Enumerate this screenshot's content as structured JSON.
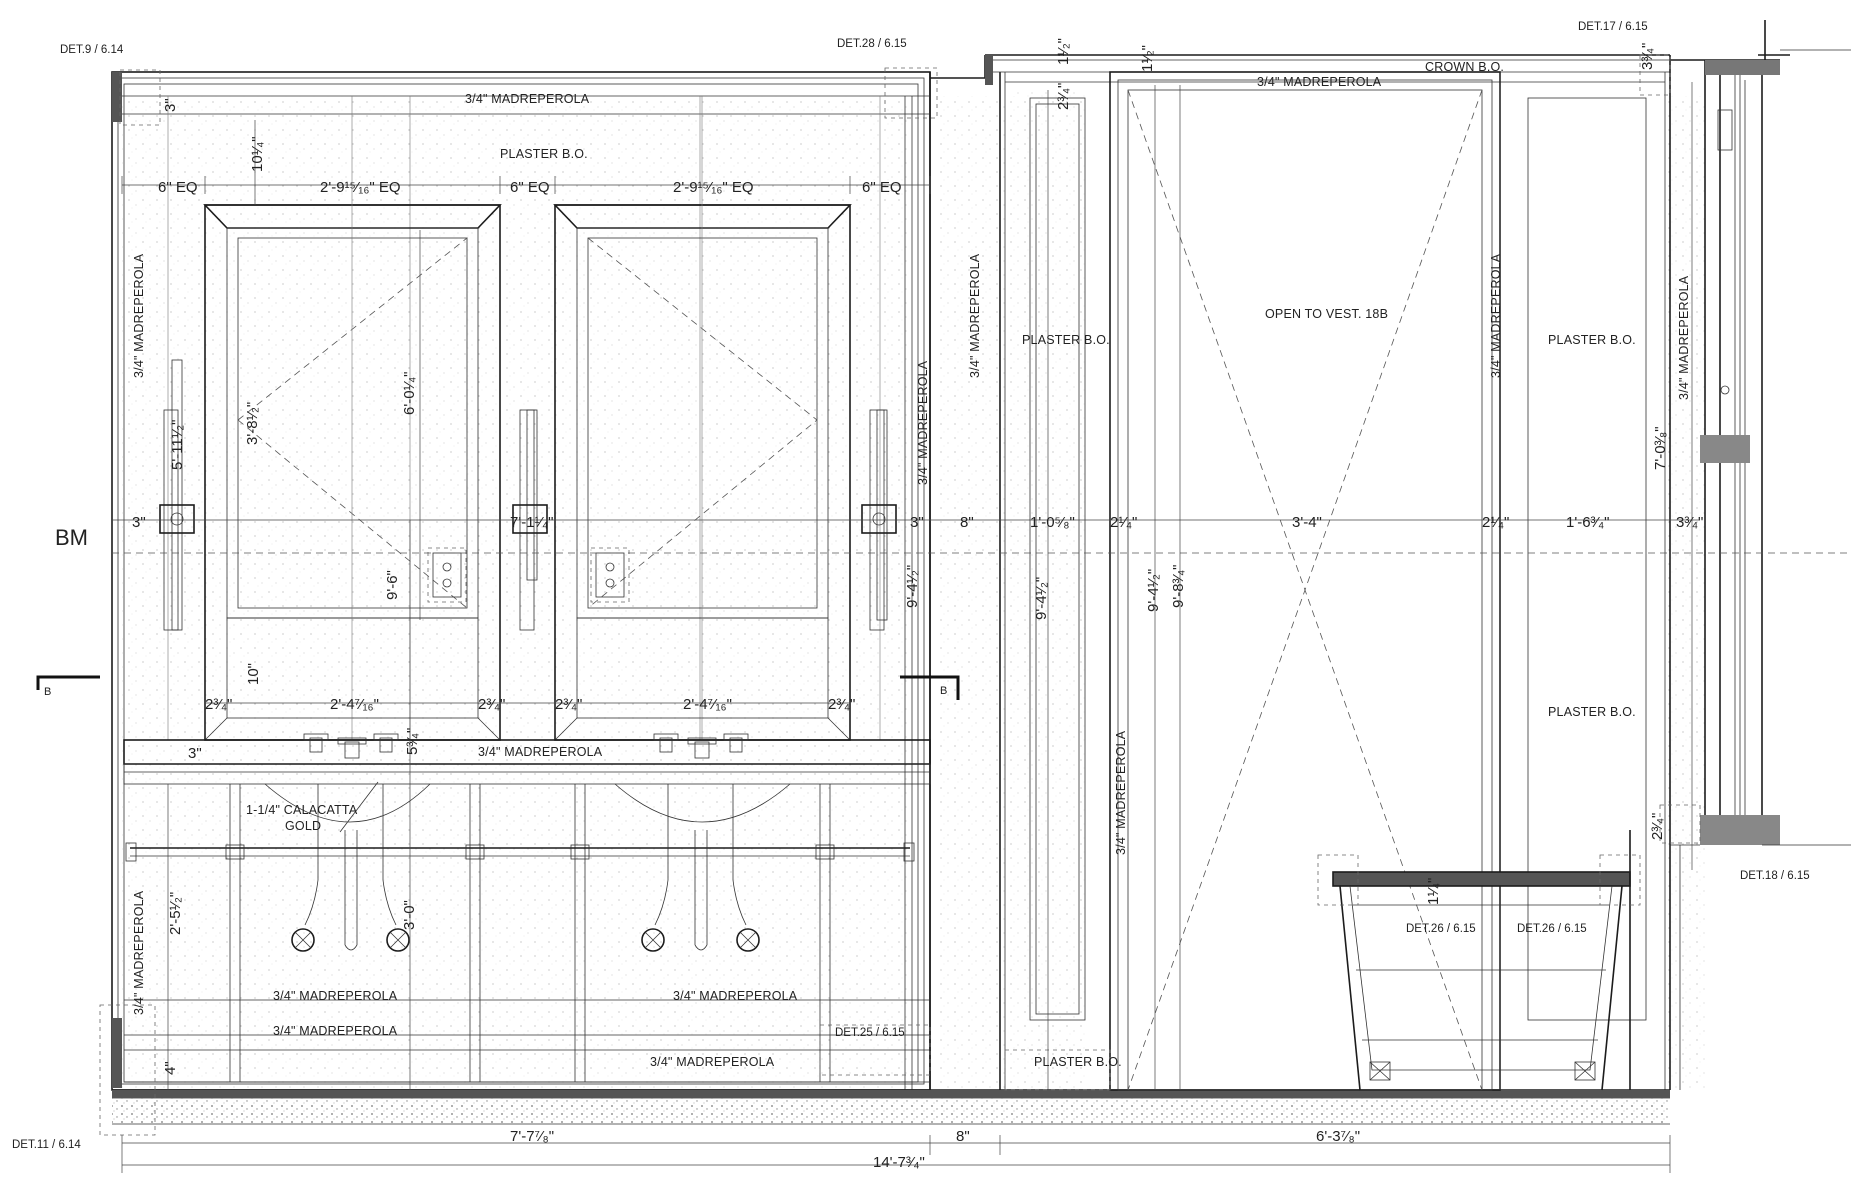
{
  "details": {
    "det9": "DET.9 / 6.14",
    "det28": "DET.28 / 6.15",
    "det17": "DET.17 / 6.15",
    "det18": "DET.18 / 6.15",
    "det26a": "DET.26 / 6.15",
    "det26b": "DET.26 / 6.15",
    "det25": "DET.25 / 6.15",
    "det11": "DET.11 / 6.14"
  },
  "labels": {
    "crown": "CROWN B.O.",
    "plaster_top": "PLASTER B.O.",
    "plaster_left_panel": "PLASTER B.O.",
    "plaster_right_panel": "PLASTER B.O.",
    "plaster_right_lower": "PLASTER B.O.",
    "plaster_bottom": "PLASTER B.O.",
    "open_to_vest": "OPEN TO VEST. 18B",
    "madre_top_left": "3/4\" MADREPEROLA",
    "madre_top_right": "3/4\" MADREPEROLA",
    "madre_counter": "3/4\" MADREPEROLA",
    "madre_vanity_1": "3/4\" MADREPEROLA",
    "madre_vanity_2": "3/4\" MADREPEROLA",
    "madre_base": "3/4\" MADREPEROLA",
    "madre_floor": "3/4\" MADREPEROLA",
    "madre_v_left_upper": "3/4\" MADREPEROLA",
    "madre_v_left_lower": "3/4\" MADREPEROLA",
    "madre_v_mid1": "3/4\" MADREPEROLA",
    "madre_v_mid2": "3/4\" MADREPEROLA",
    "madre_v_door_left": "3/4\" MADREPEROLA",
    "madre_v_door_right": "3/4\" MADREPEROLA",
    "madre_v_far_right": "3/4\" MADREPEROLA",
    "calacatta_1": "1-1/4\" CALACATTA",
    "calacatta_2": "GOLD",
    "bm": "BM",
    "section_left": "B",
    "section_right": "B"
  },
  "dims": {
    "eq6_left": "6\" EQ",
    "eq_mirror_1": "2'-9¹⁵⁄₁₆\" EQ",
    "eq6_mid": "6\" EQ",
    "eq_mirror_2": "2'-9¹⁵⁄₁₆\" EQ",
    "eq6_right": "6\" EQ",
    "d3_top_left": "3\"",
    "d10_top": "10¹⁄₄\"",
    "d3_left": "3\"",
    "d3_right": "3\"",
    "d7": "7'-1¹⁄₄\"",
    "d8": "8\"",
    "d11": "1'-0⁵⁄₈\"",
    "d2a": "2¹⁄₄\"",
    "d34": "3'-4\"",
    "d2b": "2¹⁄₄\"",
    "d16": "1'-6³⁄₄\"",
    "d3c": "3³⁄₄\"",
    "d51": "5'-11¹⁄₂\"",
    "d38": "3'-8¹⁄₂\"",
    "d60": "6'-0¹⁄₄\"",
    "d96": "9'-6\"",
    "d94": "9'-4¹⁄₂\"",
    "d94b": "9'-4¹⁄₂\"",
    "d94c": "9'-4¹⁄₂\"",
    "d98": "9'-8³⁄₄\"",
    "d70": "7'-0³⁄₈\"",
    "d10b": "10\"",
    "d24a": "2'-4⁷⁄₁₆\"",
    "d24b": "2'-4⁷⁄₁₆\"",
    "d2c": "2³⁄₄\"",
    "d2d": "2³⁄₄\"",
    "d2e": "2³⁄₄\"",
    "d2f": "2³⁄₄\"",
    "d3f": "3\"",
    "d5": "5³⁄₄\"",
    "d25": "2'-5¹⁄₂\"",
    "d30": "3'-0\"",
    "d4": "4\"",
    "d2top": "2³⁄₄\"",
    "d1t": "1¹⁄₂\"",
    "d1u": "1¹⁄₂\"",
    "d3t": "3³⁄₄\"",
    "d2v": "2³⁄₄\"",
    "d1w": "1¹⁄₄\"",
    "bot_77": "7'-7⁷⁄₈\"",
    "bot_8": "8\"",
    "bot_63": "6'-3⁷⁄₈\"",
    "bot_total": "14'-7³⁄₄\""
  }
}
